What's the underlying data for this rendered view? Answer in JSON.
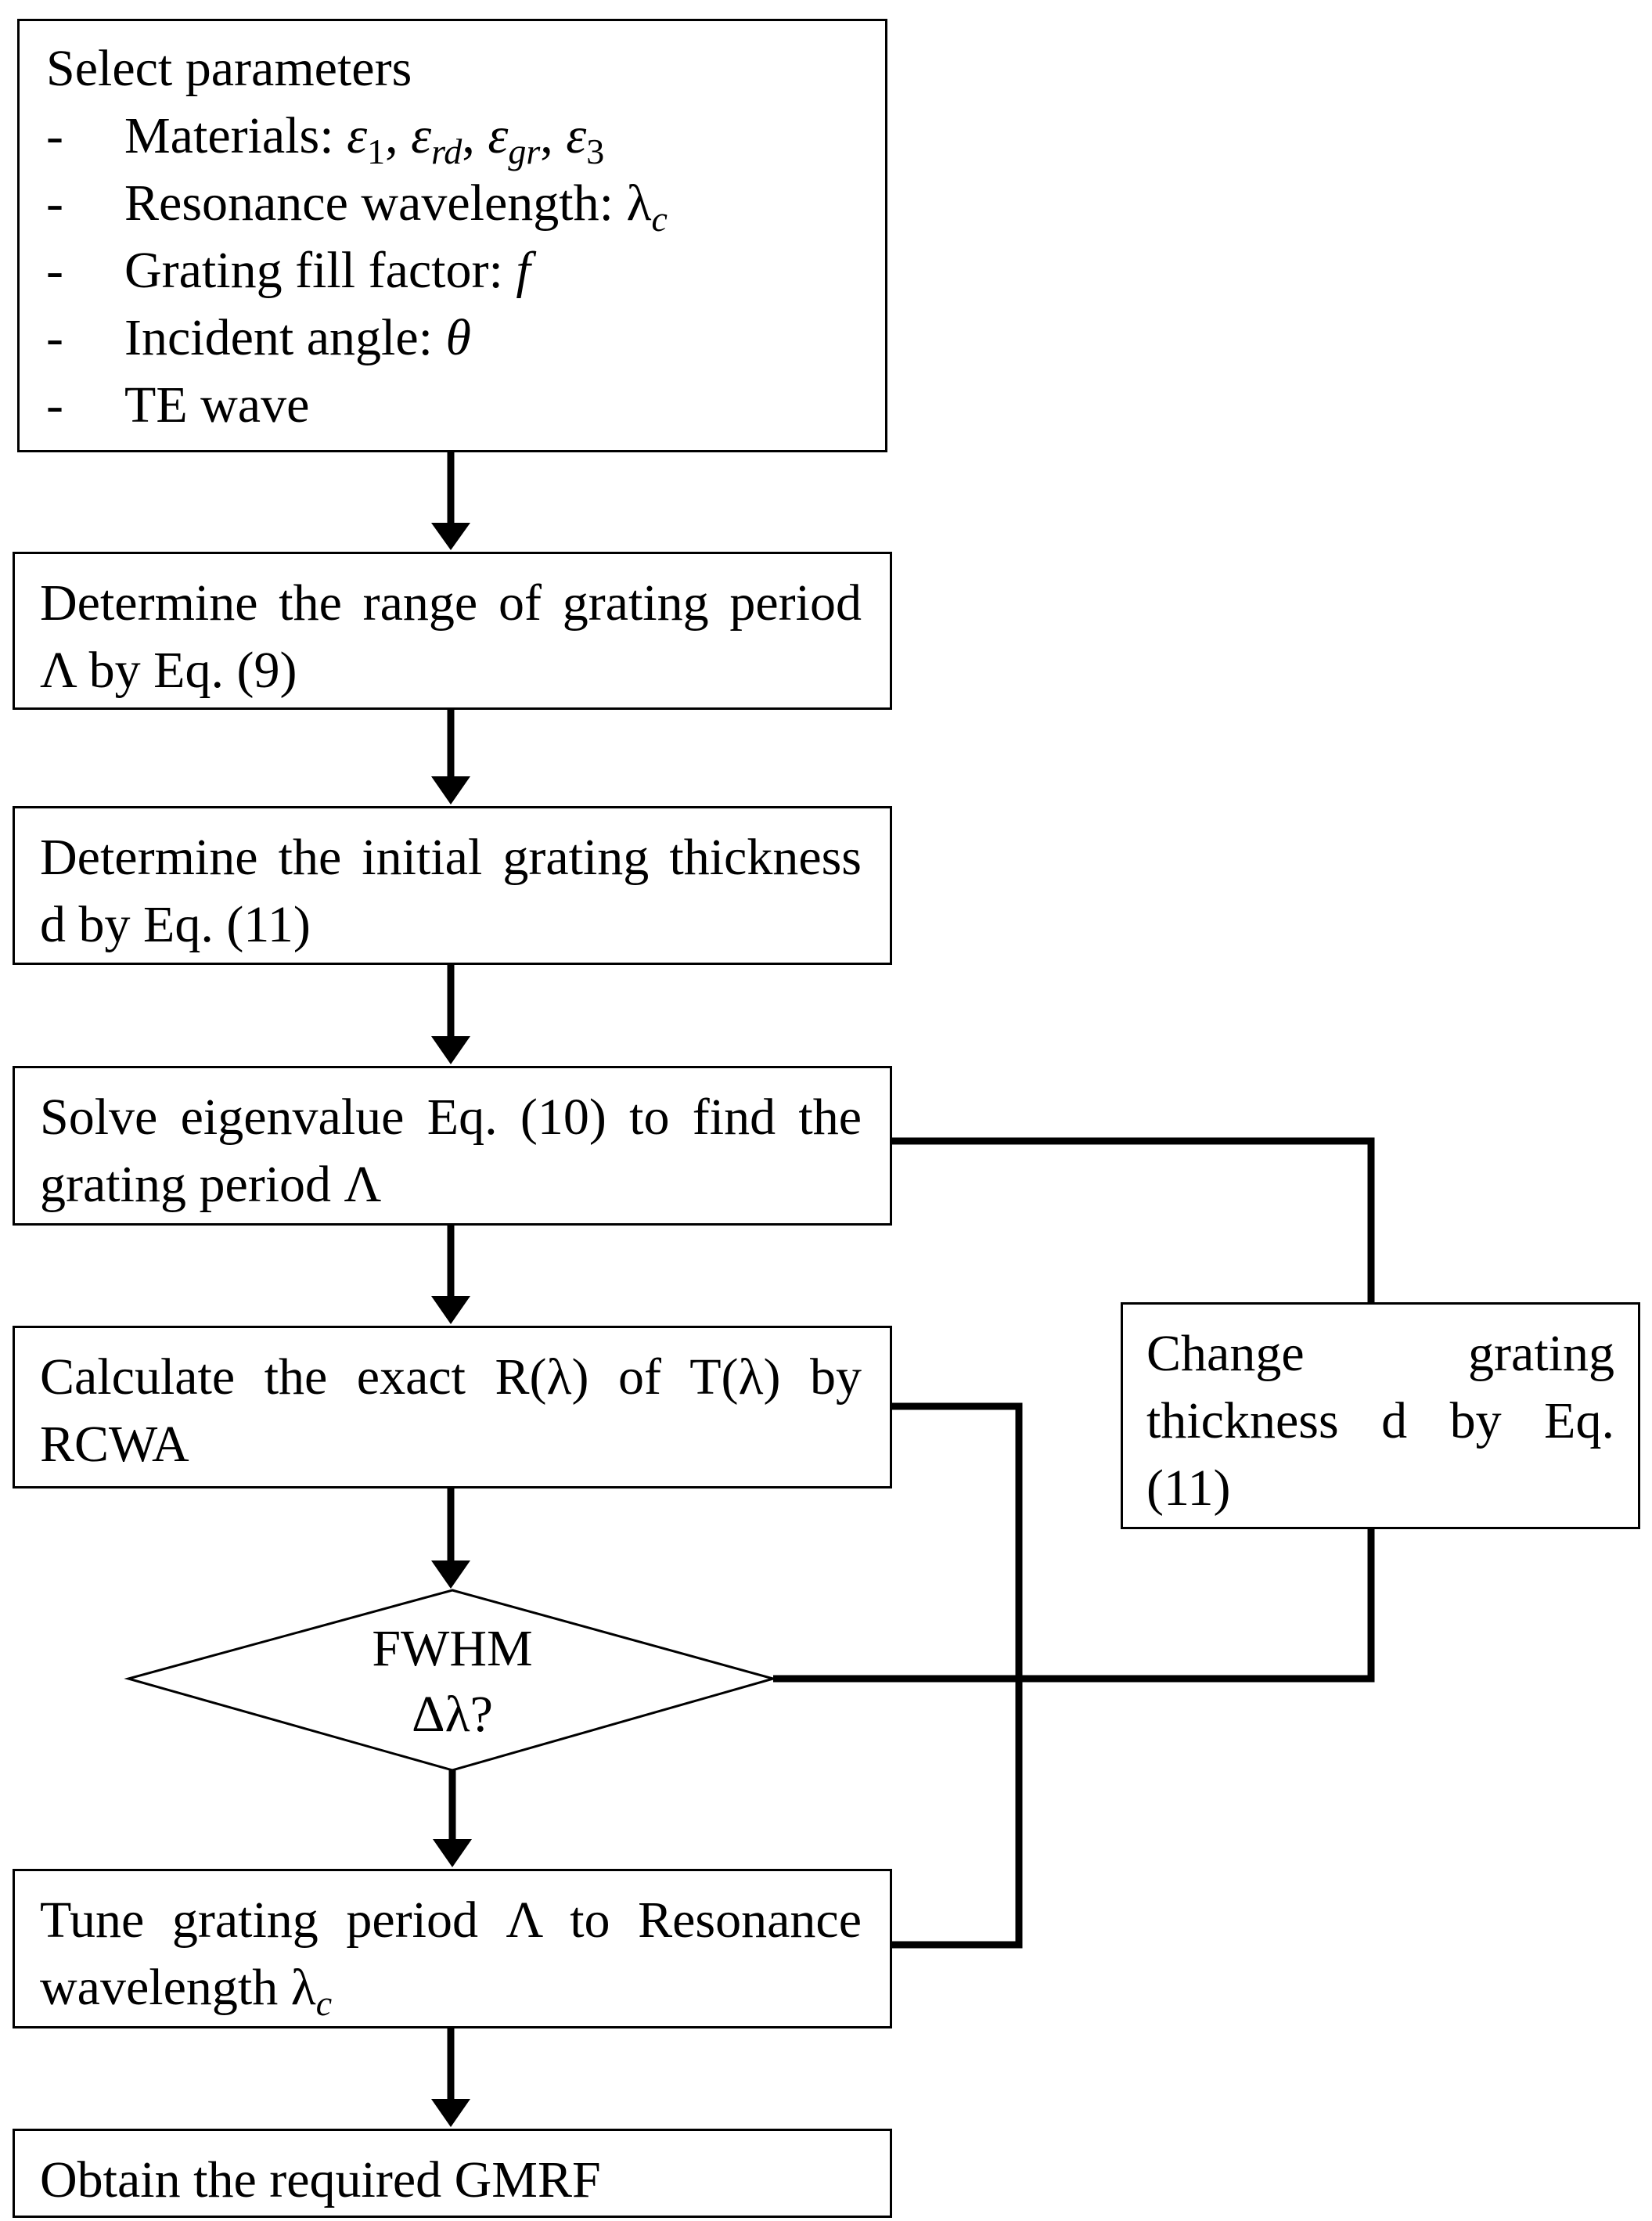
{
  "start": {
    "title": "Select parameters",
    "bullet": "-",
    "materials_label": "Materials:",
    "eps_symbol": "ε",
    "eps_sub_1": "1",
    "eps_sub_rd": "rd",
    "eps_sub_gr": "gr",
    "eps_sub_3": "3",
    "comma": ",",
    "resonance_label": "Resonance wavelength:",
    "lambda_symbol": "λ",
    "lambda_sub": "c",
    "fill_label": "Grating fill factor:",
    "fill_symbol": "f",
    "angle_label": "Incident angle:",
    "angle_symbol": "θ",
    "te_label": "TE wave"
  },
  "step_range": "Determine the range of grating period Λ by Eq. (9)",
  "step_thickness": "Determine the initial grating thickness d by Eq. (11)",
  "step_solve": "Solve eigenvalue Eq. (10) to find the grating period Λ",
  "step_calc": "Calculate the exact R(λ) of T(λ) by RCWA",
  "decision": {
    "line1": "FWHM",
    "line2": "Δλ?"
  },
  "step_tune": {
    "text": "Tune grating period Λ to Resonance wavelength",
    "lambda": "λ",
    "sub": "c"
  },
  "step_end": "Obtain the required GMRF",
  "side_box": "Change grating thickness d by Eq. (11)"
}
